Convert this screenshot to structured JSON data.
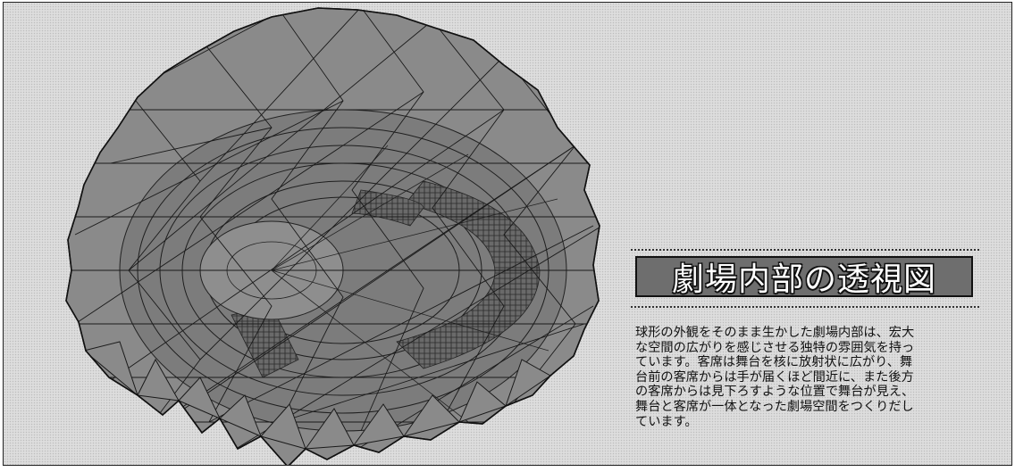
{
  "title": "劇場内部の透視図",
  "body_lines": [
    "球形の外観をそのまま生かした劇場内部は、宏大",
    "な空間の広がりを感じさせる独特の雰囲気を持っ",
    "ています。客席は舞台を核に放射状に広がり、舞",
    "台前の客席からは手が届くほど間近に、また後方",
    "の客席からは見下ろすような位置で舞台が見え、",
    "舞台と客席が一体となった劇場空間をつくりだし",
    "ています。"
  ]
}
